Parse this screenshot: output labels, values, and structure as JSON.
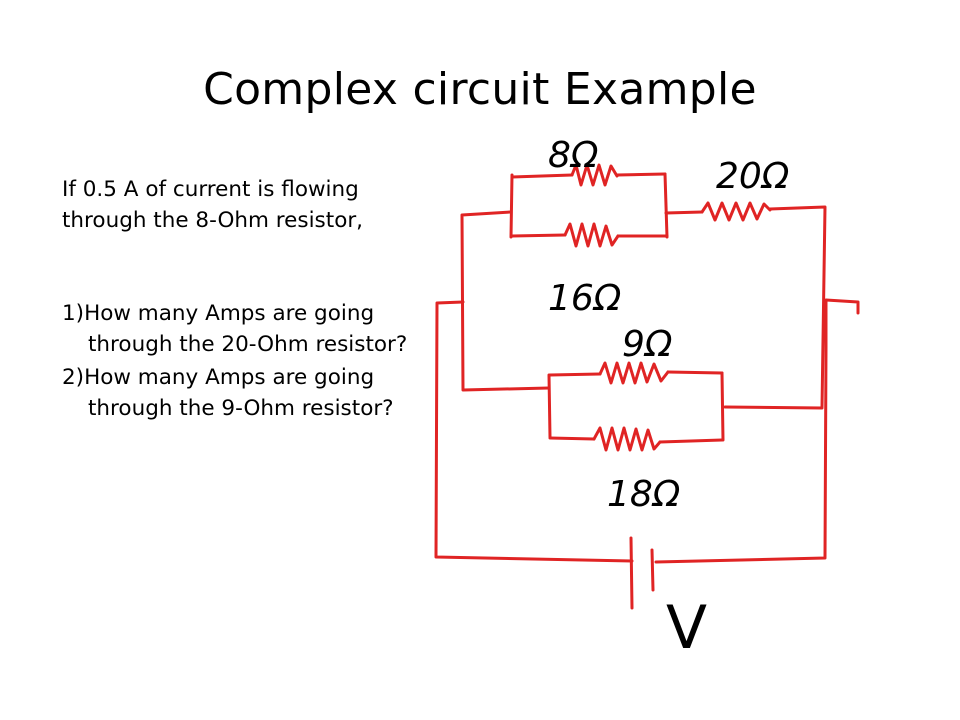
{
  "slide": {
    "title": "Complex circuit Example",
    "intro": "If 0.5 A  of current is flowing through the 8-Ohm resistor,",
    "questions": [
      "1)How many Amps are going through the 20-Ohm resistor?",
      "2)How many Amps are going through the 9-Ohm resistor?"
    ]
  },
  "circuit": {
    "wire_color": "#e02424",
    "ink_color": "#000000",
    "resistor_labels": {
      "r8": "8Ω",
      "r20": "20Ω",
      "r16": "16Ω",
      "r9": "9Ω",
      "r18": "18Ω"
    },
    "source_label": "V"
  }
}
